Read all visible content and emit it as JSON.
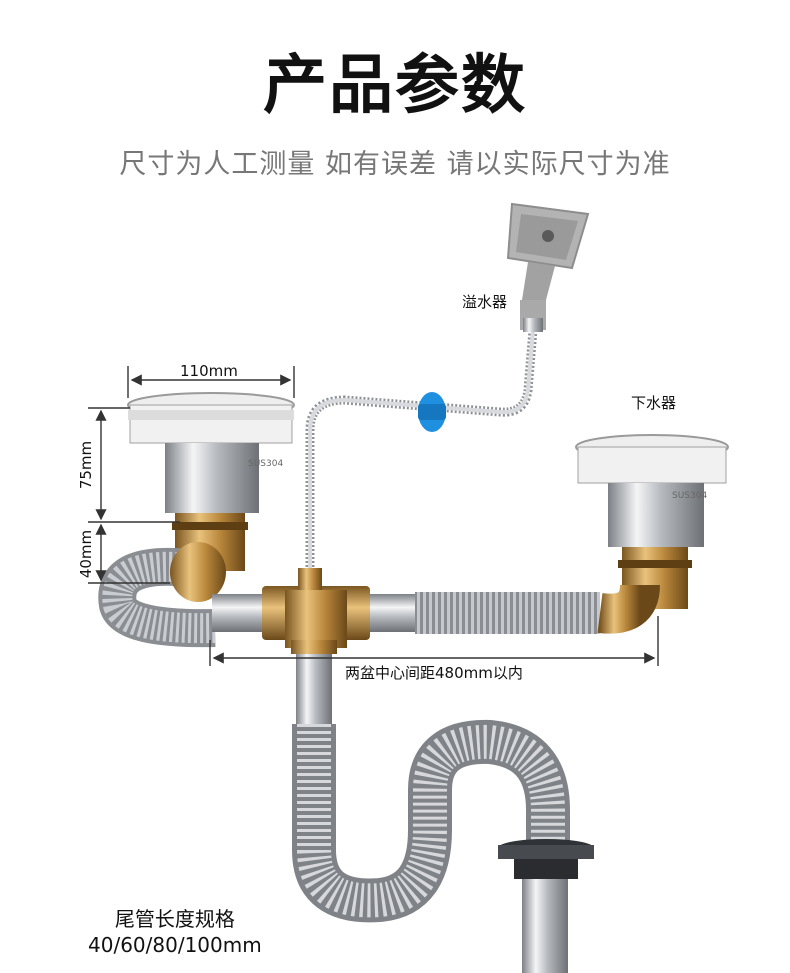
{
  "header": {
    "title": "产品参数",
    "subtitle": "尺寸为人工测量 如有误差 请以实际尺寸为准"
  },
  "labels": {
    "overflow": "溢水器",
    "drain": "下水器",
    "width": "110mm",
    "height_upper": "75mm",
    "height_lower": "40mm",
    "center_distance": "两盆中心间距480mm以内",
    "stamp": "SUS304"
  },
  "spec": {
    "title": "尾管长度规格",
    "values": "40/60/80/100mm"
  },
  "colors": {
    "chrome": "#c9ccd0",
    "brass": "#b8863b",
    "connector_blue": "#1f8fe0",
    "plastic_grey": "#a9a9a9"
  }
}
